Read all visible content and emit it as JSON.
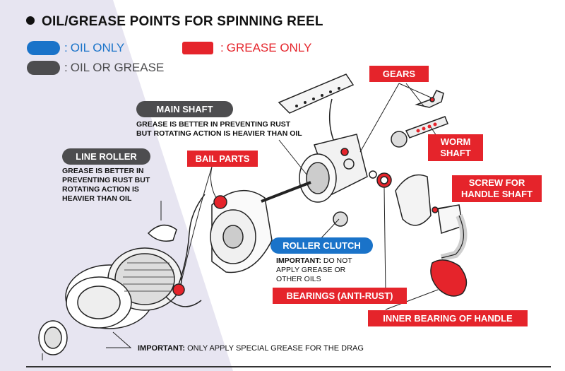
{
  "title": "OIL/GREASE POINTS FOR SPINNING REEL",
  "legend": {
    "oil_only": "OIL ONLY",
    "grease_only": "GREASE ONLY",
    "oil_or_grease": "OIL OR GREASE",
    "separator": ":"
  },
  "labels": {
    "main_shaft": "MAIN SHAFT",
    "line_roller": "LINE ROLLER",
    "bail_parts": "BAIL PARTS",
    "gears": "GEARS",
    "worm_shaft_1": "WORM",
    "worm_shaft_2": "SHAFT",
    "screw_1": "SCREW FOR",
    "screw_2": "HANDLE SHAFT",
    "roller_clutch": "ROLLER CLUTCH",
    "bearings": "BEARINGS (ANTI-RUST)",
    "inner_bearing": "INNER BEARING OF HANDLE"
  },
  "notes": {
    "main_shaft_1": "GREASE IS BETTER IN PREVENTING RUST",
    "main_shaft_2": "BUT ROTATING ACTION IS HEAVIER THAN OIL",
    "line_roller_1": "GREASE IS BETTER IN",
    "line_roller_2": "PREVENTING RUST BUT",
    "line_roller_3": "ROTATING ACTION IS",
    "line_roller_4": "HEAVIER THAN OIL",
    "clutch_bold": "IMPORTANT:",
    "clutch_1": "DO NOT",
    "clutch_2": "APPLY GREASE OR",
    "clutch_3": "OTHER OILS",
    "drag_bold": "IMPORTANT:",
    "drag_text": "ONLY APPLY SPECIAL GREASE FOR THE DRAG"
  },
  "colors": {
    "oil_only": "#1a73c9",
    "grease_only": "#e5242b",
    "oil_or_grease": "#4d4d4f",
    "background_panel": "#e6e4f0"
  }
}
